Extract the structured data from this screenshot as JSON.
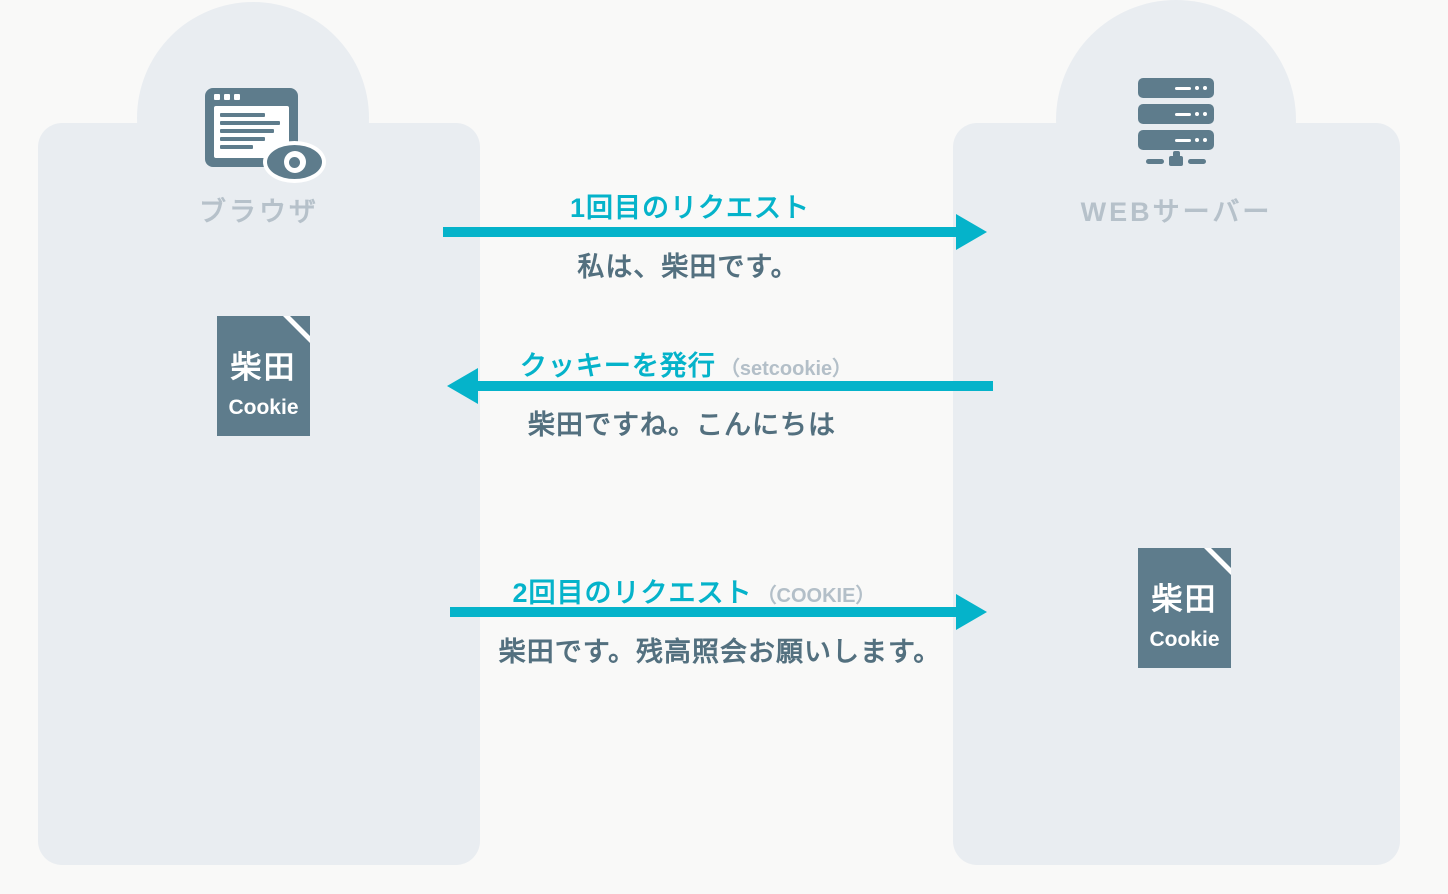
{
  "palette": {
    "background": "#f9f9f8",
    "panel": "#e9edf1",
    "icon_slate": "#5e7c8c",
    "accent_cyan": "#05b3ca",
    "muted_label": "#b6c1ca",
    "message_text": "#53707f",
    "paren_text": "#b3bfc8"
  },
  "actors": {
    "browser": {
      "label": "ブラウザ",
      "icon": "browser-window-eye-icon"
    },
    "server": {
      "label": "WEBサーバー",
      "icon": "server-stack-icon"
    }
  },
  "cookie_file": {
    "title": "柴田",
    "caption": "Cookie",
    "icon": "document-folded-corner-icon"
  },
  "flows": [
    {
      "direction": "right",
      "label": "1回目のリクエスト",
      "message": "私は、柴田です。"
    },
    {
      "direction": "left",
      "label": "クッキーを発行",
      "suffix": "（setcookie）",
      "message": "柴田ですね。こんにちは"
    },
    {
      "direction": "right",
      "label": "2回目のリクエスト",
      "suffix": "（COOKIE）",
      "message": "柴田です。残高照会お願いします。"
    }
  ]
}
